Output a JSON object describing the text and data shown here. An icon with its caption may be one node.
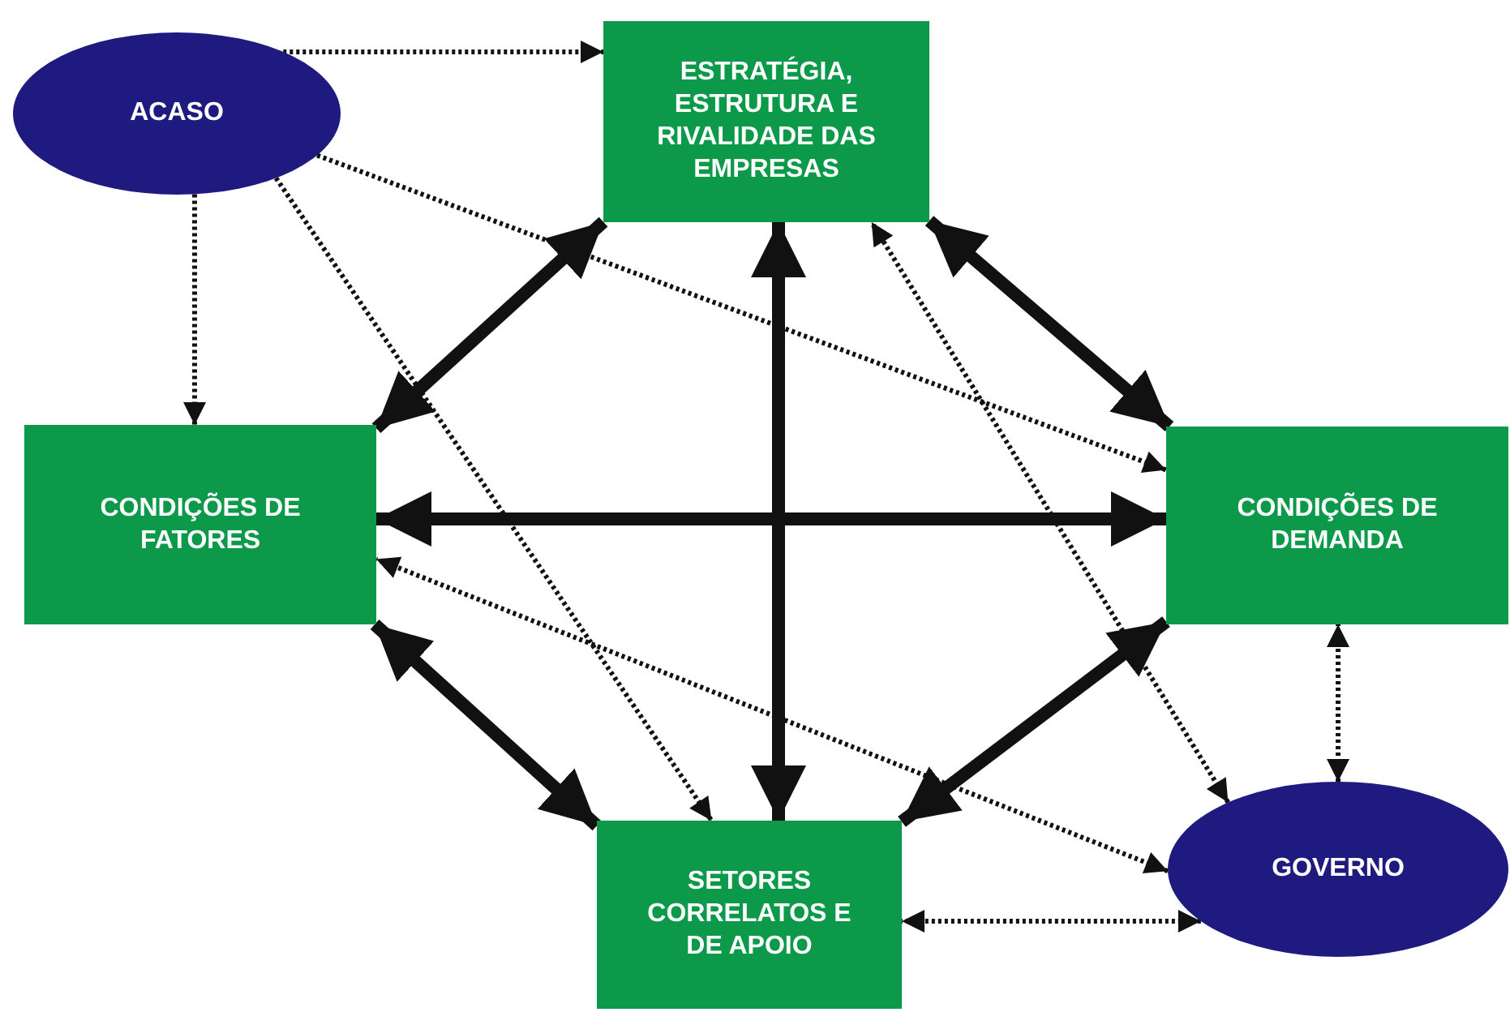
{
  "diagram": {
    "nodes": [
      {
        "text": [
          "ACASO"
        ]
      },
      {
        "text": [
          "ESTRATÉGIA, ESTRUTURA E RIVALIDADE DAS EMPRESAS"
        ]
      },
      {
        "text": [
          "CONDIÇÕES DE FATORES"
        ]
      },
      {
        "text": [
          "CONDIÇÕES DE DEMANDA"
        ]
      },
      {
        "text": [
          "SETORES CORRELATOS E DE APOIO"
        ]
      },
      {
        "text": [
          "GOVERNO"
        ]
      }
    ],
    "edges": [
      {
        "from": 0,
        "to": 1,
        "arrow": "to",
        "style": "dashed"
      },
      {
        "from": 0,
        "to": 2,
        "arrow": "to",
        "style": "dashed"
      },
      {
        "from": 0,
        "to": 3,
        "arrow": "to",
        "style": "dashed"
      },
      {
        "from": 0,
        "to": 4,
        "arrow": "to",
        "style": "dashed"
      },
      {
        "from": 1,
        "to": 2,
        "arrow": "both",
        "style": "thick"
      },
      {
        "from": 1,
        "to": 3,
        "arrow": "both",
        "style": "thick"
      },
      {
        "from": 2,
        "to": 3,
        "arrow": "both",
        "style": "thick"
      },
      {
        "from": 1,
        "to": 4,
        "arrow": "both",
        "style": "thick"
      },
      {
        "from": 2,
        "to": 4,
        "arrow": "both",
        "style": "thick"
      },
      {
        "from": 3,
        "to": 4,
        "arrow": "both",
        "style": "thick"
      },
      {
        "from": 5,
        "to": 1,
        "arrow": "both",
        "style": "dashed"
      },
      {
        "from": 5,
        "to": 2,
        "arrow": "both",
        "style": "dashed"
      },
      {
        "from": 5,
        "to": 3,
        "arrow": "both",
        "style": "dashed"
      },
      {
        "from": 5,
        "to": 4,
        "arrow": "both",
        "style": "dashed"
      }
    ]
  }
}
